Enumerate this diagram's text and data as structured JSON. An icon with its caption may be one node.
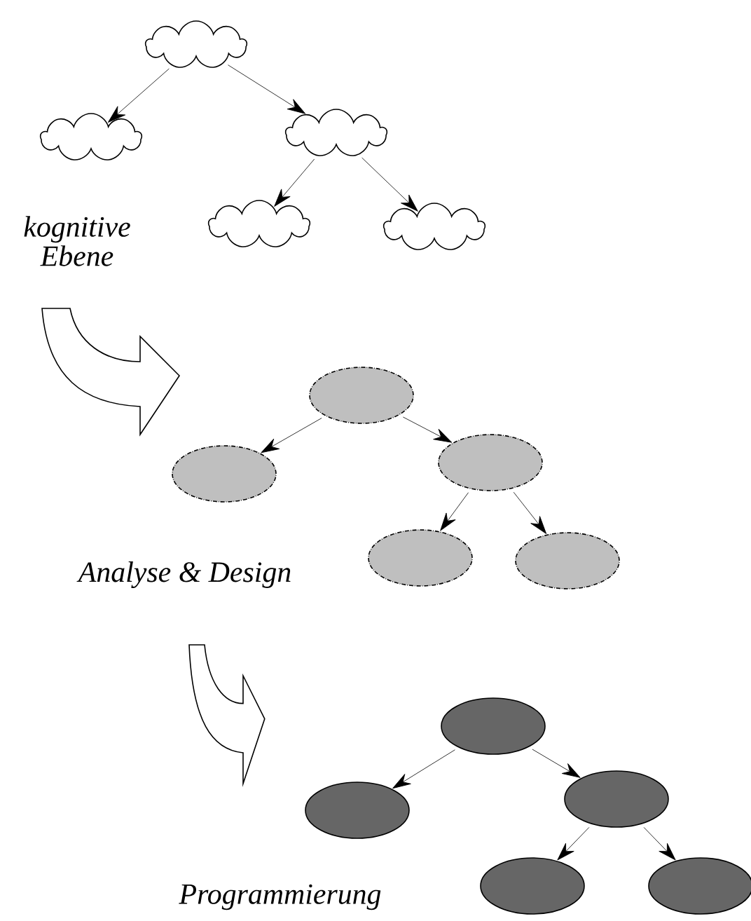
{
  "diagram": {
    "nodes": [
      {
        "text": [],
        "shape": "cloud"
      },
      {
        "text": [],
        "shape": "cloud"
      },
      {
        "text": [],
        "shape": "cloud"
      },
      {
        "text": [],
        "shape": "cloud"
      },
      {
        "text": [],
        "shape": "cloud"
      },
      {
        "text": [],
        "shape": "ellipse"
      },
      {
        "text": [],
        "shape": "ellipse"
      },
      {
        "text": [],
        "shape": "ellipse"
      },
      {
        "text": [],
        "shape": "ellipse"
      },
      {
        "text": [],
        "shape": "ellipse"
      },
      {
        "text": [],
        "shape": "ellipse"
      },
      {
        "text": [],
        "shape": "ellipse"
      },
      {
        "text": [],
        "shape": "ellipse"
      },
      {
        "text": [],
        "shape": "ellipse"
      },
      {
        "text": [],
        "shape": "ellipse"
      }
    ],
    "edges": [
      {
        "from": 0,
        "to": 1,
        "arrow": "to"
      },
      {
        "from": 0,
        "to": 2,
        "arrow": "to"
      },
      {
        "from": 2,
        "to": 3,
        "arrow": "to"
      },
      {
        "from": 2,
        "to": 4,
        "arrow": "to"
      },
      {
        "from": 5,
        "to": 6,
        "arrow": "to"
      },
      {
        "from": 5,
        "to": 7,
        "arrow": "to"
      },
      {
        "from": 7,
        "to": 8,
        "arrow": "to"
      },
      {
        "from": 7,
        "to": 9,
        "arrow": "to"
      },
      {
        "from": 10,
        "to": 11,
        "arrow": "to"
      },
      {
        "from": 10,
        "to": 12,
        "arrow": "to"
      },
      {
        "from": 12,
        "to": 13,
        "arrow": "to"
      },
      {
        "from": 12,
        "to": 14,
        "arrow": "to"
      }
    ],
    "labels": [
      "kognitive Ebene",
      "Analyse & Design",
      "Programmierung"
    ]
  }
}
